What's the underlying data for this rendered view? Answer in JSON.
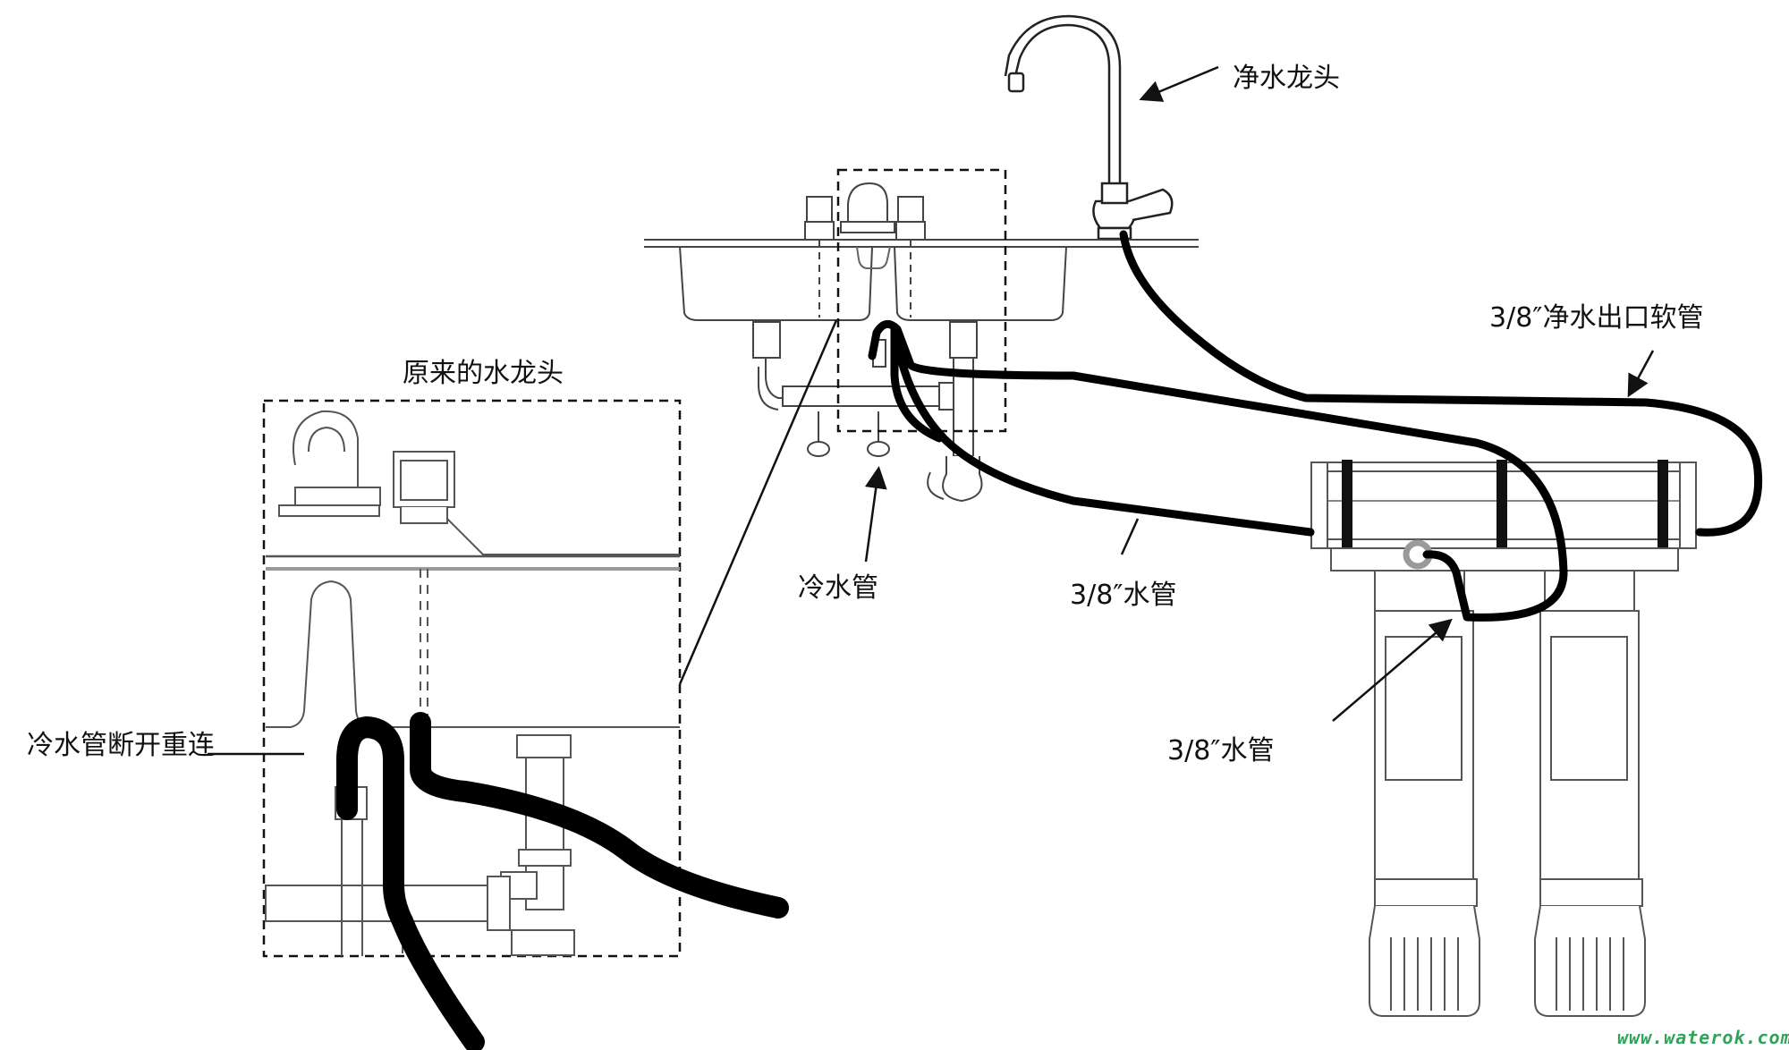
{
  "labels": {
    "purified_faucet": "净水龙头",
    "outlet_hose": "3/8″净水出口软管",
    "original_faucet": "原来的水龙头",
    "cold_pipe": "冷水管",
    "pipe_3_8_middle": "3/8″水管",
    "pipe_3_8_lower": "3/8″水管",
    "cold_pipe_reconnect": "冷水管断开重连"
  },
  "watermark": "www.waterok.com",
  "colors": {
    "line": "#222222",
    "hose": "#000000",
    "fitting": "#9a9a9a",
    "watermark": "#2fa35a"
  }
}
